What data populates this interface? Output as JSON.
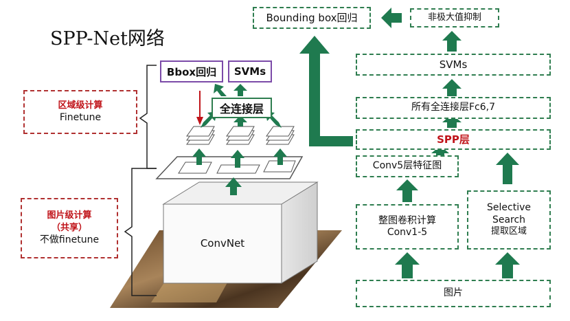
{
  "title": "SPP-Net网络",
  "left": {
    "region_title": "区域级计算",
    "region_sub": "Finetune",
    "image_title_1": "图片级计算",
    "image_title_2": "（共享）",
    "image_sub": "不做finetune",
    "convnet_label": "ConvNet",
    "bbox_label": "Bbox回归",
    "svms_label": "SVMs",
    "fc_label": "全连接层"
  },
  "right": {
    "bbox_reg": "Bounding box回归",
    "nms": "非极大值抑制",
    "svms": "SVMs",
    "fc": "所有全连接层Fc6,7",
    "spp": "SPP层",
    "conv5": "Conv5层特征图",
    "conv_title": "整图卷积计算",
    "conv_sub": "Conv1-5",
    "ss_1": "Selective",
    "ss_2": "Search",
    "ss_3": "提取区域",
    "image": "图片"
  },
  "colors": {
    "arrow": "#1f7a4f",
    "dashed_border": "#2e7d4f",
    "red_text": "#c0141a",
    "purple_border": "#7b4aa8"
  }
}
